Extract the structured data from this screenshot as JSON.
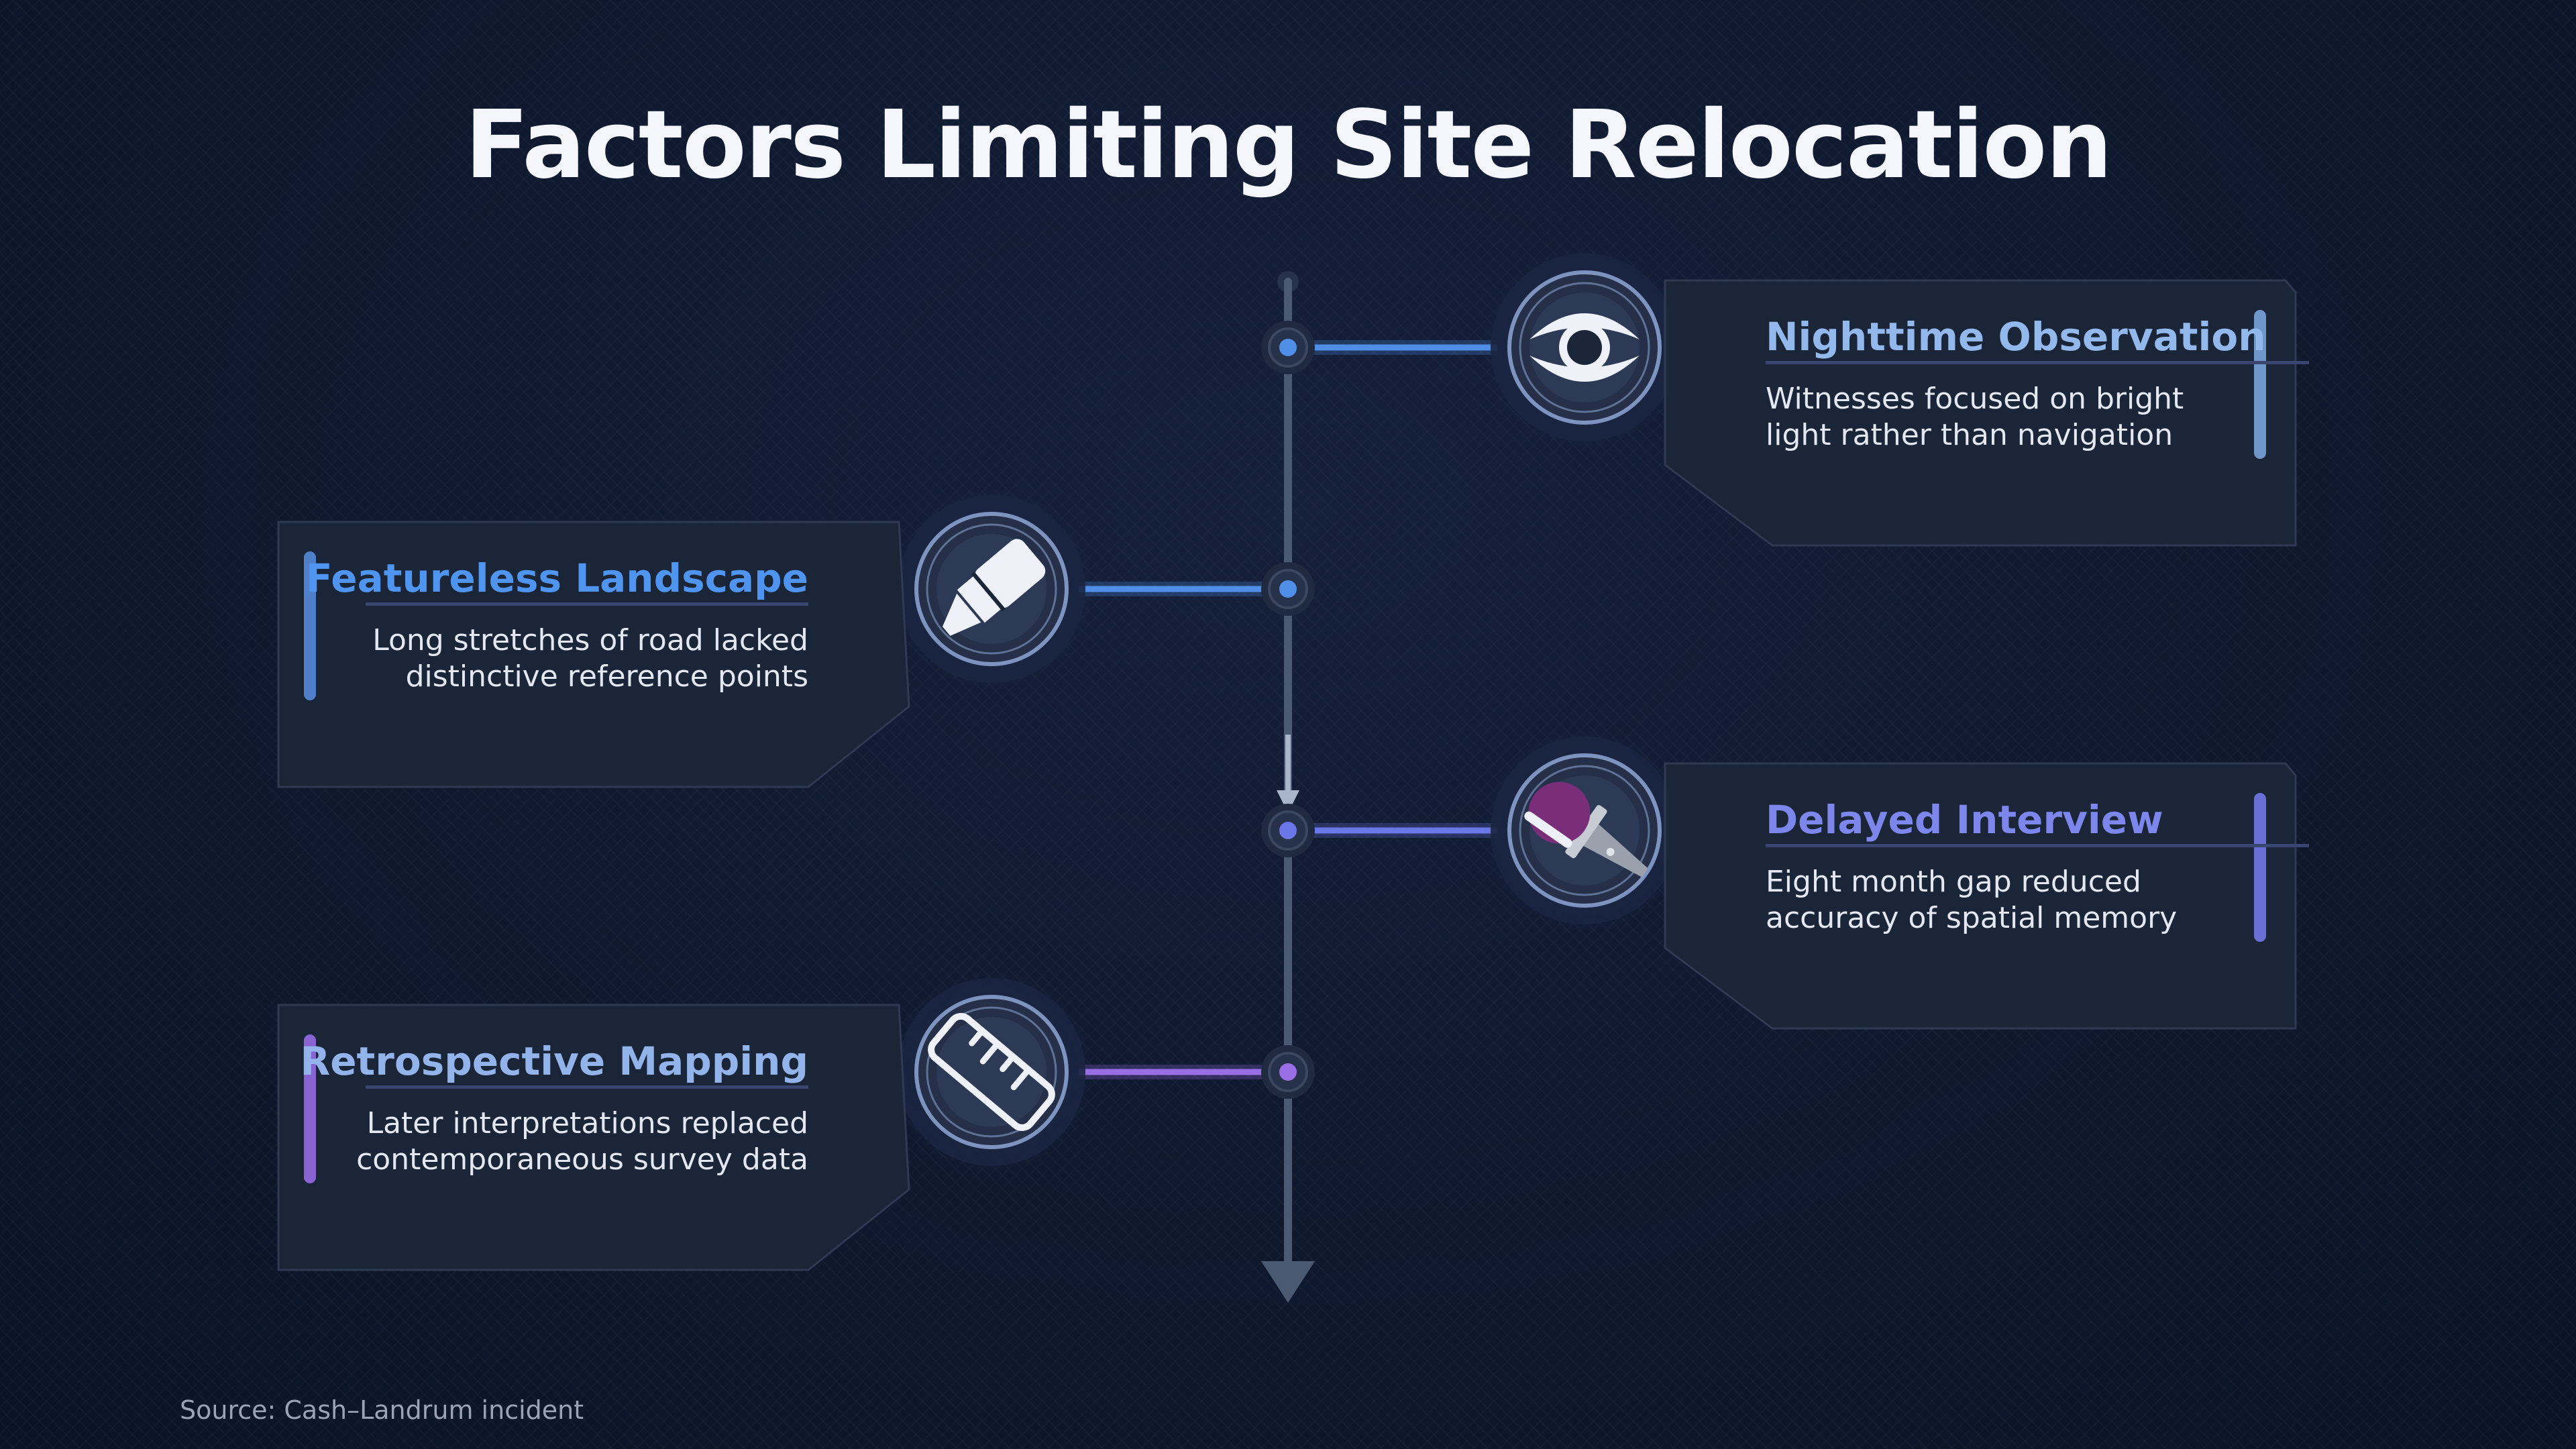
{
  "title": "Factors Limiting Site Relocation",
  "source": "Source: Cash–Landrum incident",
  "colors": {
    "background": "#0f1a30",
    "card_fill": "#1a2538",
    "axis": "#4a5a73",
    "accent_blue": "#4f8fe8",
    "accent_steel": "#6f97c9",
    "accent_indigo": "#6a6fd6",
    "accent_purple": "#8a63d2"
  },
  "items": [
    {
      "side": "right",
      "title": "Nighttime Observation",
      "title_color": "#93b8ec",
      "description": [
        "Witnesses focused on bright",
        "light rather than navigation"
      ],
      "accent": "#6f97c9",
      "connector": "#4f8fe8",
      "icon": "eye-icon"
    },
    {
      "side": "left",
      "title": "Featureless Landscape",
      "title_color": "#4f94ef",
      "description": [
        "Long stretches of road lacked",
        "distinctive reference points"
      ],
      "accent": "#4f7fc9",
      "connector": "#4f8fe8",
      "icon": "highlighter-icon"
    },
    {
      "side": "right",
      "title": "Delayed Interview",
      "title_color": "#7d86ea",
      "description": [
        "Eight month gap reduced",
        "accuracy of spatial memory"
      ],
      "accent": "#6a6fd6",
      "connector": "#6b77e6",
      "icon": "microphone-icon"
    },
    {
      "side": "left",
      "title": "Retrospective Mapping",
      "title_color": "#93b4ea",
      "description": [
        "Later interpretations replaced",
        "contemporaneous survey data"
      ],
      "accent": "#8a63d2",
      "connector": "#9a6fe6",
      "icon": "ruler-icon"
    }
  ]
}
